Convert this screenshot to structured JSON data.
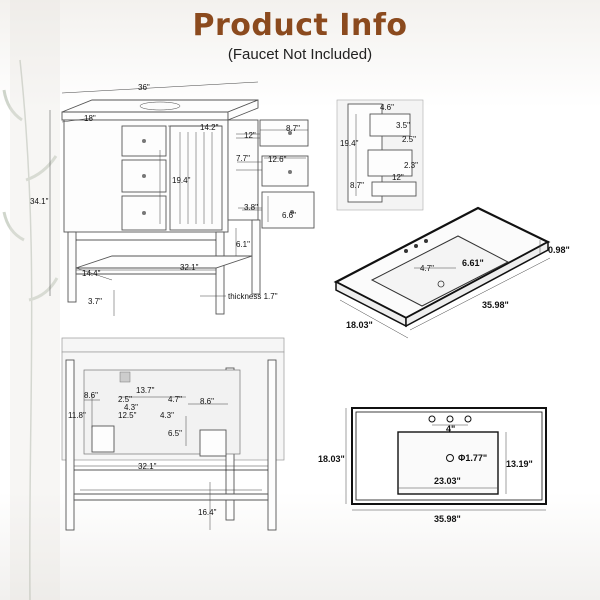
{
  "header": {
    "title": "Product Info",
    "subtitle": "(Faucet Not Included)"
  },
  "front_view": {
    "width": "36\"",
    "depth": "18\"",
    "height": "34.1\"",
    "door_width": "14.2\"",
    "door_height": "19.4\"",
    "drawer_width": "8.7\"",
    "drawer_gap": "12\"",
    "drawer_mid": "7.7\"",
    "drawer_depth": "12.6\"",
    "drawer_low": "3.8\"",
    "drawer_side": "6.6\"",
    "shelf_gap": "6.1\"",
    "leg_span": "14.4\"",
    "shelf_width": "32.1\"",
    "leg_height": "3.7\"",
    "thickness": "thickness 1.7\""
  },
  "drawer_detail": {
    "top_width": "4.6\"",
    "inner": "3.5\"",
    "side_a": "2.5\"",
    "side_b": "2.3\"",
    "depth": "19.4\"",
    "lower": "8.7\"",
    "bottom": "12\""
  },
  "sink_iso": {
    "thickness": "0.98\"",
    "bowl_depth": "4.7\"",
    "bowl_length": "6.61\"",
    "length": "35.98\"",
    "width": "18.03\""
  },
  "back_view": {
    "inner_width": "13.7\"",
    "shelf_a": "8.6\"",
    "shelf_b": "8.6\"",
    "gap_a": "2.5\"",
    "gap_b": "4.3\"",
    "gap_c": "4.7\"",
    "gap_d": "12.5\"",
    "gap_e": "4.3\"",
    "side_h": "11.8\"",
    "mid_h": "6.5\"",
    "shelf_width": "32.1\"",
    "leg_h": "16.4\""
  },
  "sink_top": {
    "width": "18.03\"",
    "faucet_spread": "4\"",
    "drain": "Φ1.77\"",
    "bowl_height": "13.19\"",
    "bowl_width": "23.03\"",
    "length": "35.98\""
  }
}
